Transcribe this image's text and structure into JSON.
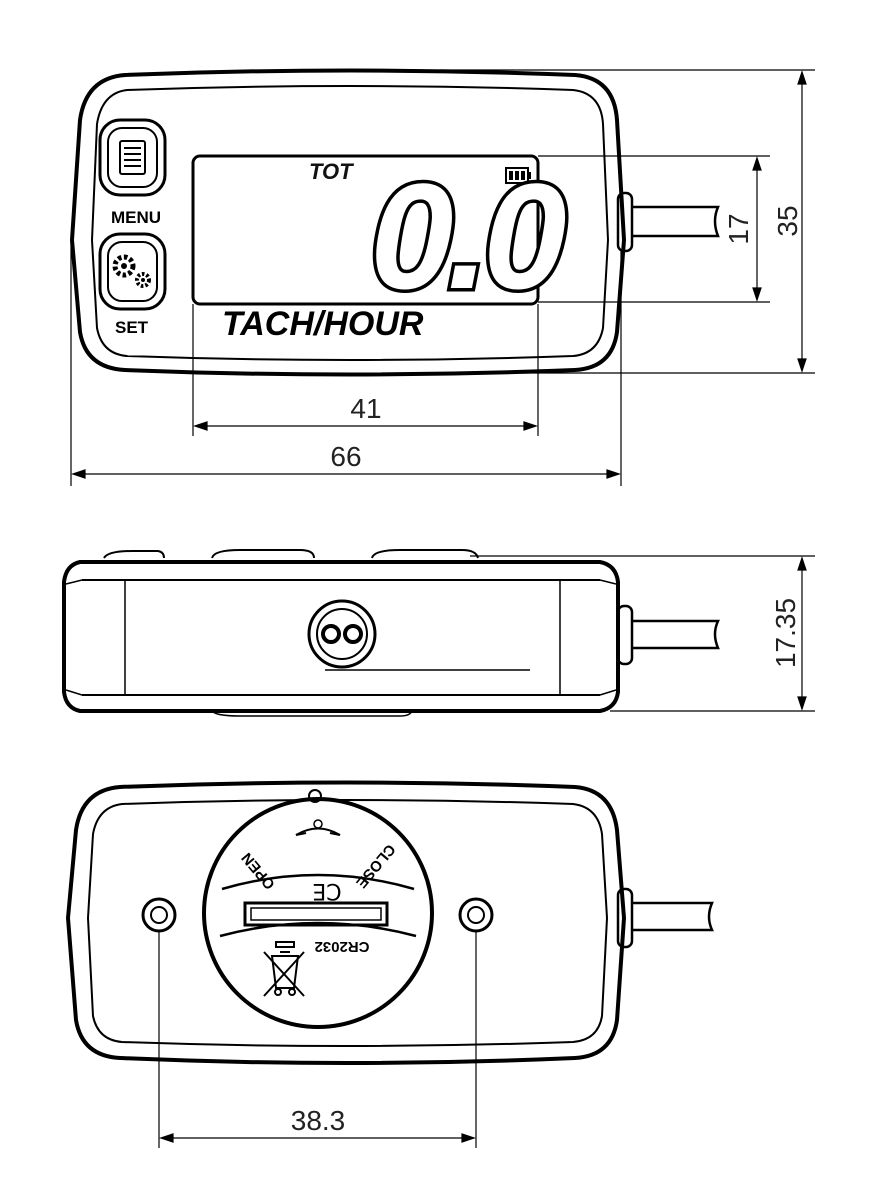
{
  "front_view": {
    "display": {
      "mode_label": "TOT",
      "value": "0.0",
      "battery_icon": "battery-icon"
    },
    "brand_label": "TACH/HOUR",
    "buttons": [
      {
        "label": "MENU",
        "icon": "menu-icon"
      },
      {
        "label": "SET",
        "icon": "gear-icon"
      }
    ],
    "dimensions": {
      "display_height": "17",
      "overall_height": "35",
      "display_width": "41",
      "overall_width": "66"
    }
  },
  "side_view": {
    "dimensions": {
      "thickness": "17.35"
    }
  },
  "back_view": {
    "battery_cover": {
      "open_label": "OPEN",
      "close_label": "CLOSE",
      "ce_mark": "CE",
      "battery_type": "CR2032",
      "disposal_icon": "crossed-bin-icon"
    },
    "dimensions": {
      "hole_spacing": "38.3"
    }
  },
  "colors": {
    "line": "#000000",
    "dimension": "#222222",
    "background": "#ffffff"
  }
}
